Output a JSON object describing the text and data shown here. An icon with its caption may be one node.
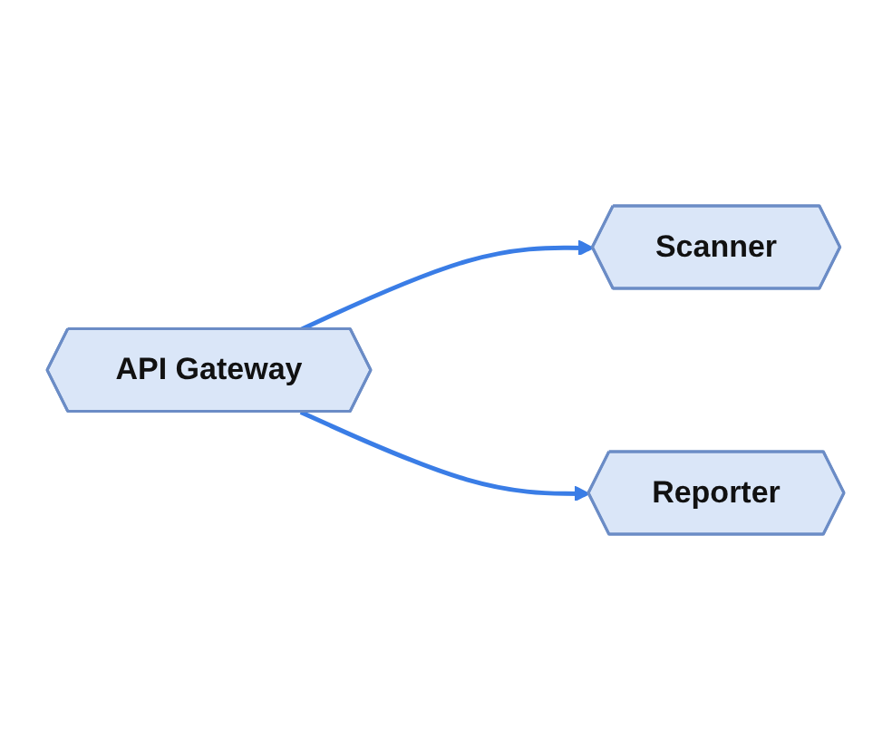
{
  "diagram": {
    "nodes": [
      {
        "text": [
          "API Gateway"
        ]
      },
      {
        "text": [
          "Scanner"
        ]
      },
      {
        "text": [
          "Reporter"
        ]
      }
    ],
    "edges": [
      {
        "from": 0,
        "to": 1,
        "arrow": "to"
      },
      {
        "from": 0,
        "to": 2,
        "arrow": "to"
      }
    ]
  }
}
